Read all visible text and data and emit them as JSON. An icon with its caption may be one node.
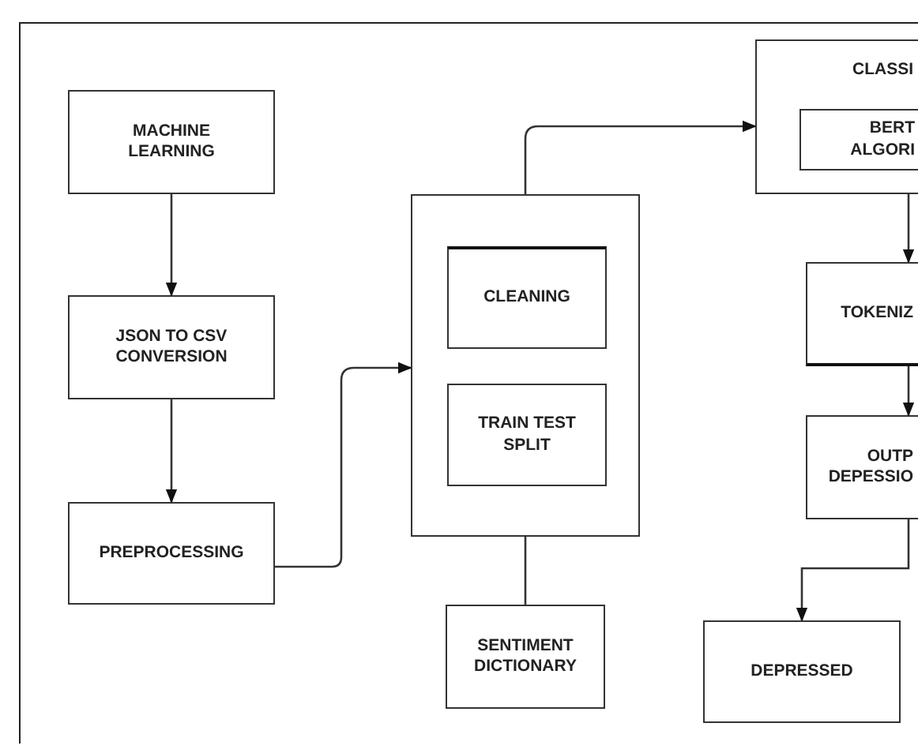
{
  "diagram": {
    "nodes": [
      {
        "text": [
          "MACHINE LEARNING"
        ]
      },
      {
        "text": [
          "JSON TO CSV CONVERSION"
        ]
      },
      {
        "text": [
          "PREPROCESSING"
        ]
      },
      {
        "text": [],
        "shape": "box"
      },
      {
        "text": [
          "CLEANING"
        ],
        "in": 3
      },
      {
        "text": [
          "TRAIN TEST SPLIT"
        ],
        "in": 3
      },
      {
        "text": [
          "SENTIMENT DICTIONARY"
        ]
      },
      {
        "text": [
          "CLASSI"
        ]
      },
      {
        "text": [
          "BERT ALGORI"
        ],
        "in": 7
      },
      {
        "text": [
          "TOKENIZ"
        ]
      },
      {
        "text": [
          "OUTP DEPESSIO"
        ]
      },
      {
        "text": [
          "DEPRESSED"
        ]
      }
    ],
    "edges": [
      {
        "from": 0,
        "to": 1,
        "arrow": "to"
      },
      {
        "from": 1,
        "to": 2,
        "arrow": "to"
      },
      {
        "from": 2,
        "to": 3,
        "arrow": "to"
      },
      {
        "from": 3,
        "to": 6,
        "arrow": "none"
      },
      {
        "from": 3,
        "to": 7,
        "arrow": "to"
      },
      {
        "from": 7,
        "to": 9,
        "arrow": "to"
      },
      {
        "from": 9,
        "to": 10,
        "arrow": "to"
      },
      {
        "from": 10,
        "to": 11,
        "arrow": "to"
      }
    ]
  }
}
